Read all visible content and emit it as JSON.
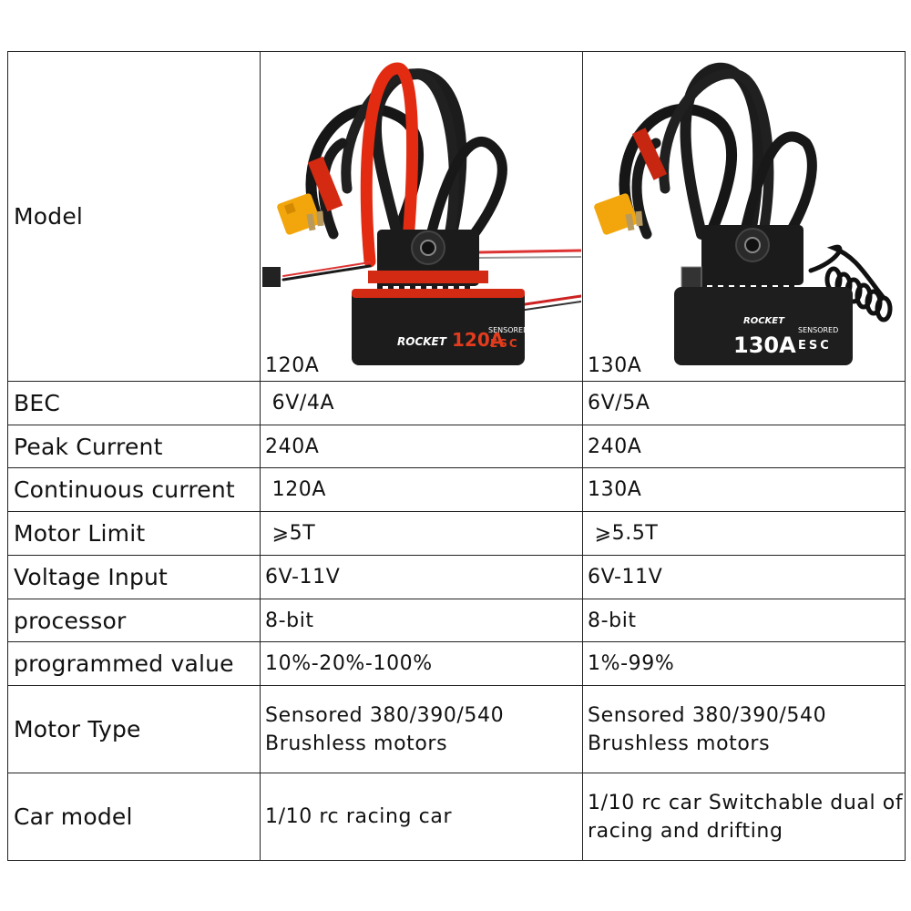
{
  "columns": [
    {
      "model_label": "120A",
      "esc_badge": "120A",
      "brand": "ROCKET",
      "sub": "SENSORED",
      "esc": "ESC"
    },
    {
      "model_label": "130A",
      "esc_badge": "130A",
      "brand": "ROCKET",
      "sub": "SENSORED",
      "esc": "ESC"
    }
  ],
  "rows": {
    "model": "Model",
    "bec": {
      "label": "BEC",
      "v1": " 6V/4A",
      "v2": "6V/5A"
    },
    "peak": {
      "label": "Peak Current",
      "v1": "240A",
      "v2": "240A"
    },
    "continuous": {
      "label": "Continuous current",
      "v1": " 120A",
      "v2": "130A"
    },
    "motor_limit": {
      "label": "Motor Limit",
      "v1": " ⩾5T",
      "v2": " ⩾5.5T"
    },
    "voltage": {
      "label": "Voltage Input",
      "v1": "6V-11V",
      "v2": "6V-11V"
    },
    "processor": {
      "label": "processor",
      "v1": "8-bit",
      "v2": "8-bit"
    },
    "programmed": {
      "label": "programmed value",
      "v1": "10%-20%-100%",
      "v2": "1%-99%"
    },
    "motor_type": {
      "label": "Motor Type",
      "v1a": "Sensored 380/390/540",
      "v1b": "Brushless motors",
      "v2a": "Sensored 380/390/540",
      "v2b": "Brushless motors"
    },
    "car_model": {
      "label": "Car model",
      "v1": "1/10 rc racing car",
      "v2a": "1/10 rc car Switchable dual of",
      "v2b": "racing and drifting"
    }
  }
}
